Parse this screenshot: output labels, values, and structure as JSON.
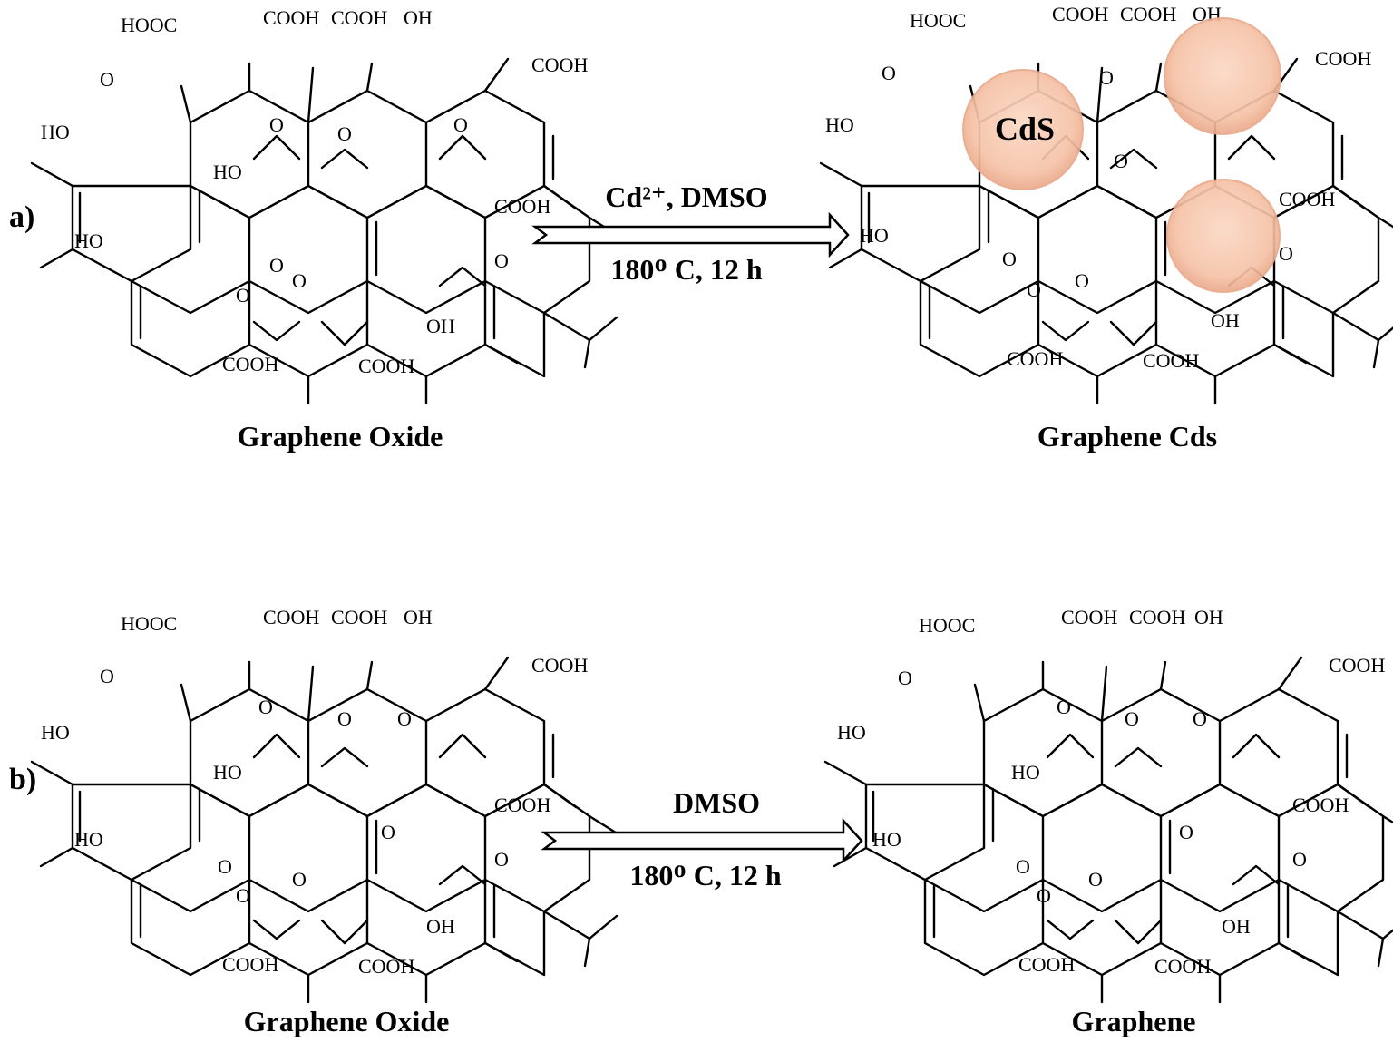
{
  "panels": [
    {
      "id": "a",
      "label": "a)",
      "reactant": "Graphene Oxide",
      "product": "Graphene Cds",
      "reagent": "Cd²⁺, DMSO",
      "conditions": "180ᴼ C, 12 h",
      "nanoparticle_label": "CdS",
      "nanoparticle_count": 3
    },
    {
      "id": "b",
      "label": "b)",
      "reactant": "Graphene Oxide",
      "product": "Graphene",
      "reagent": "DMSO",
      "conditions": "180ᴼ C, 12 h"
    }
  ],
  "groups": {
    "hooc": "HOOC",
    "cooh": "COOH",
    "oh": "OH",
    "ho": "HO",
    "o": "O"
  },
  "colors": {
    "nanoparticle_fill": "#f6c3a8",
    "nanoparticle_edge": "#e9a98a",
    "line": "#000000"
  }
}
